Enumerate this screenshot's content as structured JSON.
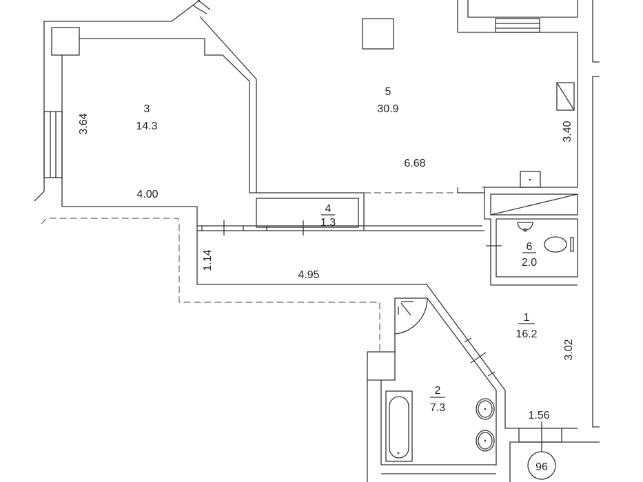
{
  "rooms": [
    {
      "number": "1",
      "area": "16.2"
    },
    {
      "number": "2",
      "area": "7.3"
    },
    {
      "number": "3",
      "area": "14.3"
    },
    {
      "number": "4",
      "area": "1.3"
    },
    {
      "number": "5",
      "area": "30.9"
    },
    {
      "number": "6",
      "area": "2.0"
    }
  ],
  "dimensions": {
    "room3_height": "3.64",
    "room3_width": "4.00",
    "room5_width": "6.68",
    "room5_height": "3.40",
    "corridor_height": "1.14",
    "corridor_width": "4.95",
    "room1_height": "3.02",
    "entrance_width": "1.56"
  },
  "unit_number": "96",
  "line_color": "#333333"
}
